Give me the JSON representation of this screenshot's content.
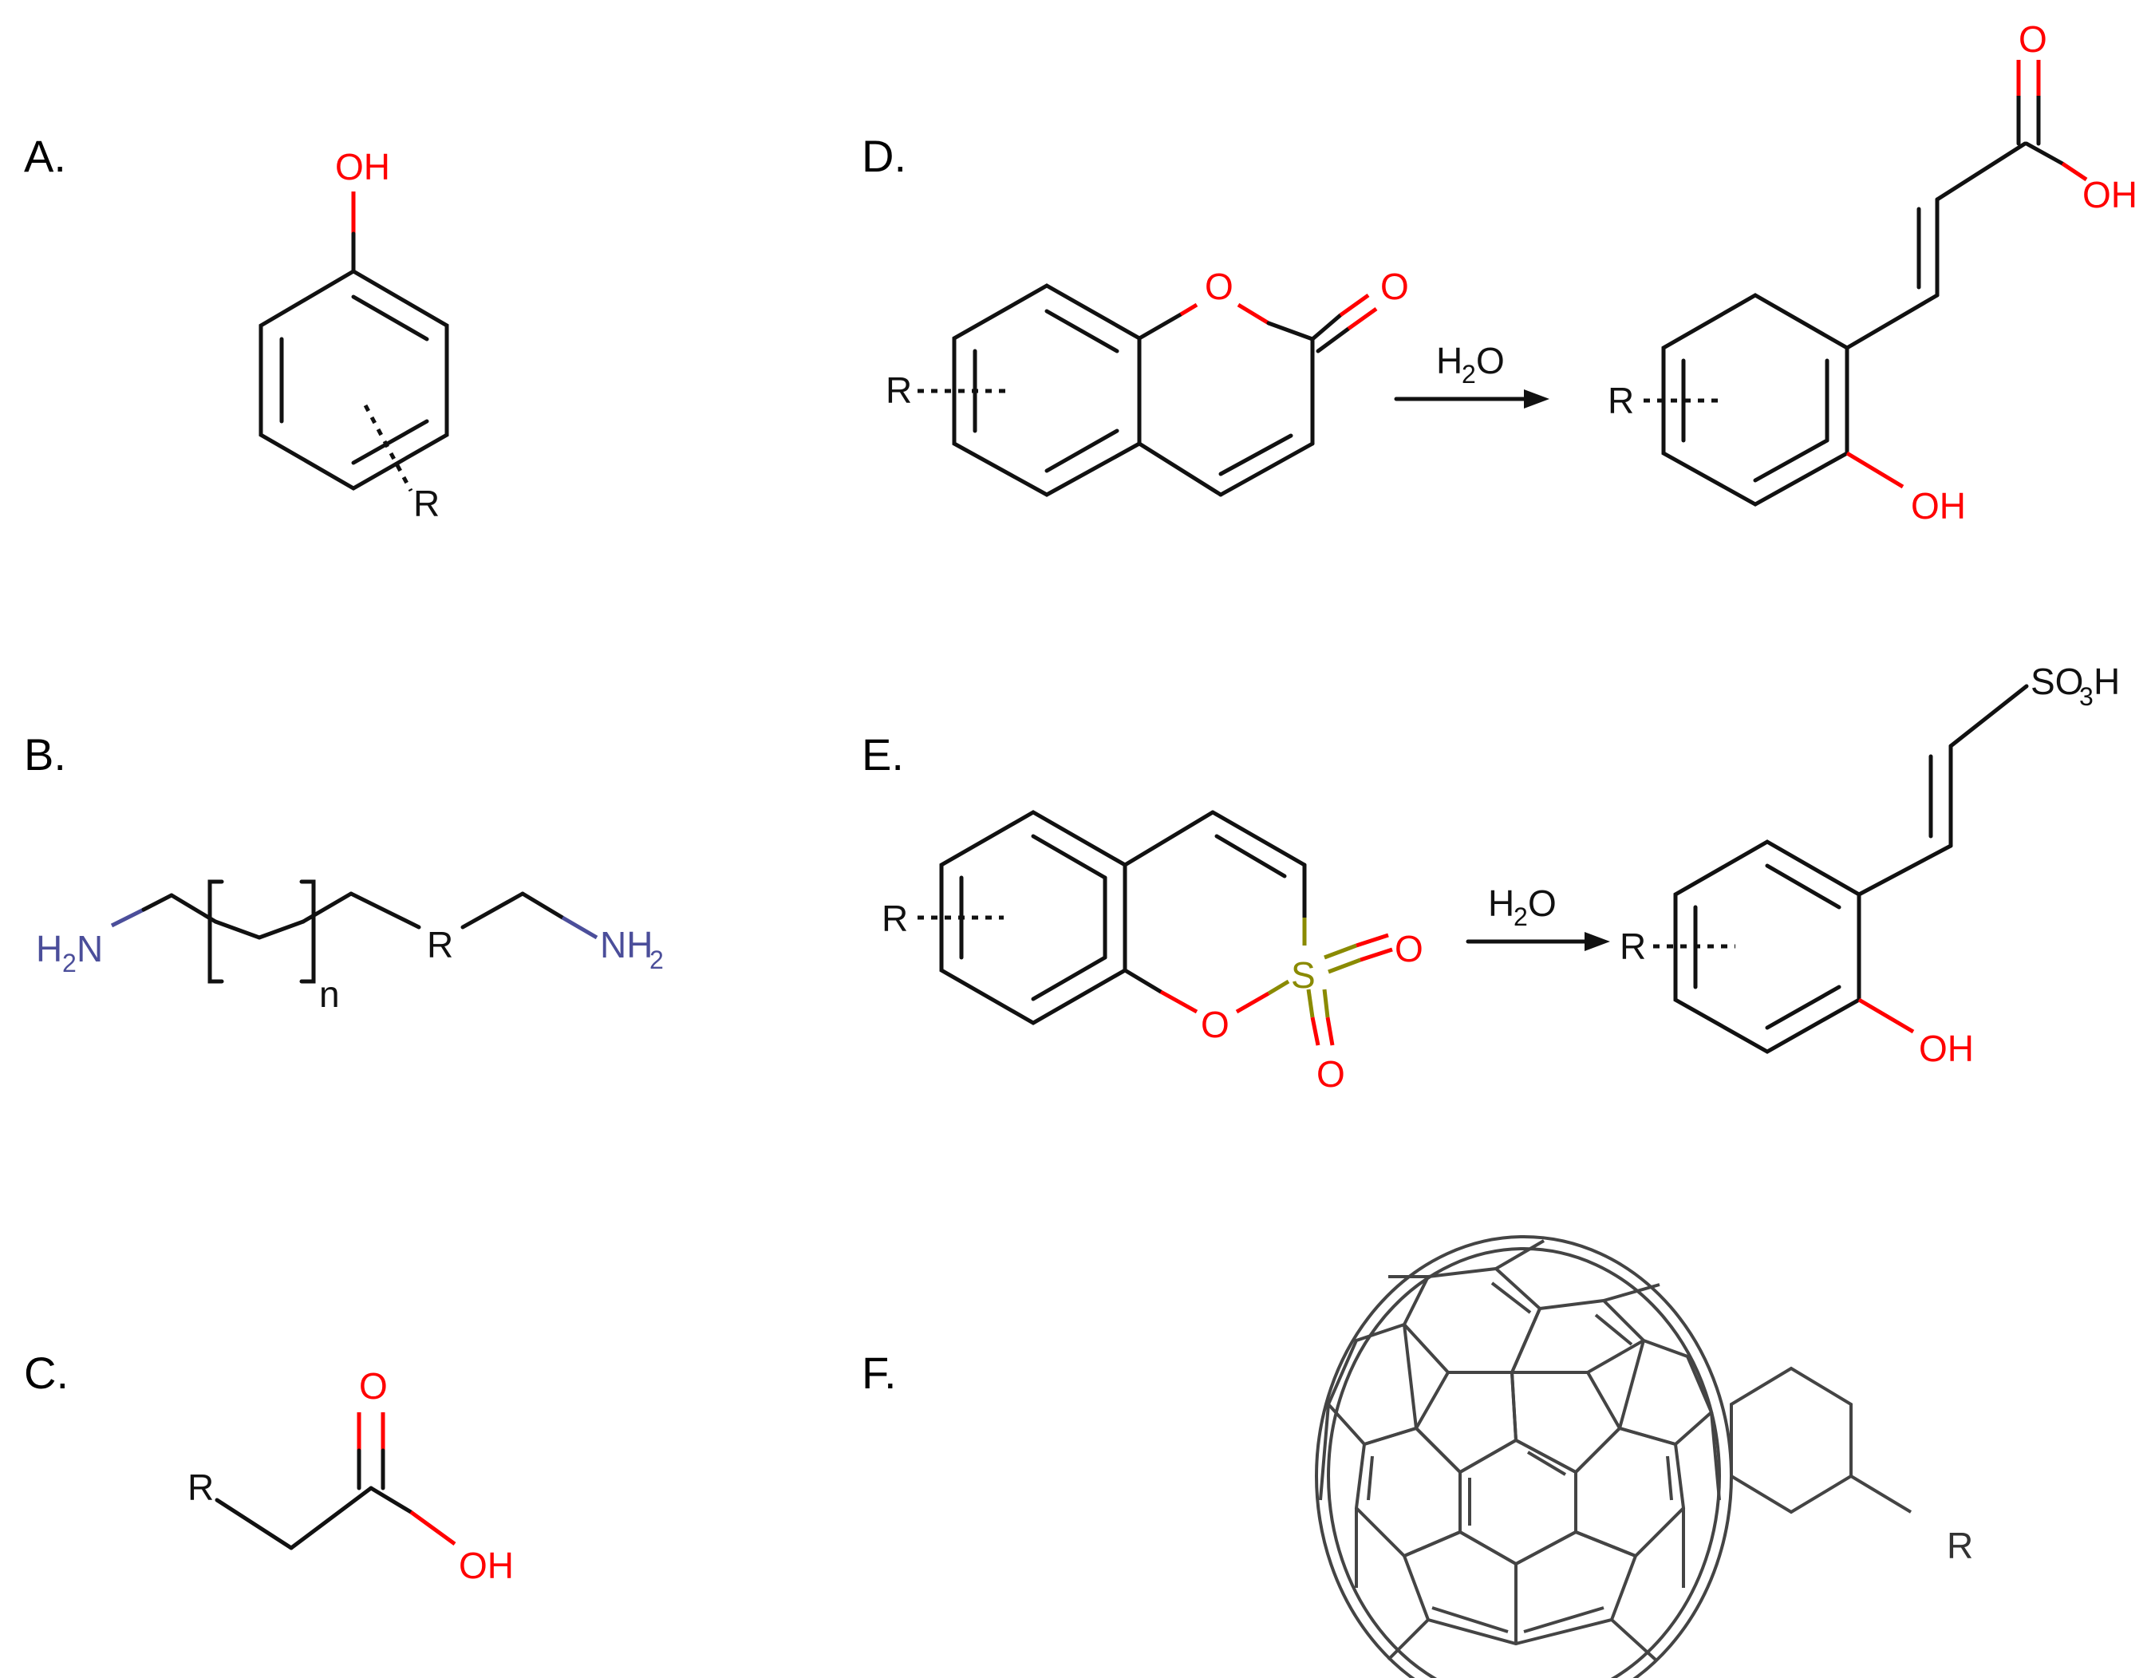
{
  "panels": {
    "A": {
      "label": "A.",
      "atoms": {
        "oh": "OH",
        "r": "R"
      }
    },
    "B": {
      "label": "B.",
      "atoms": {
        "h2n_h": "H",
        "h2n_2": "2",
        "h2n_n": "N",
        "r": "R",
        "nh2_nh": "NH",
        "nh2_2": "2",
        "n": "n"
      }
    },
    "C": {
      "label": "C.",
      "atoms": {
        "r": "R",
        "o": "O",
        "oh": "OH"
      }
    },
    "D": {
      "label": "D.",
      "atoms": {
        "r_left": "R",
        "o_ring": "O",
        "o_carbonyl": "O",
        "r_right": "R",
        "oh_bottom": "OH",
        "o_top": "O",
        "oh_top": "OH"
      },
      "reagent": {
        "h": "H",
        "sub": "2",
        "o": "O"
      }
    },
    "E": {
      "label": "E.",
      "atoms": {
        "r_left": "R",
        "o_ring": "O",
        "s": "S",
        "o_right": "O",
        "o_bottom": "O",
        "r_right": "R",
        "oh_bottom": "OH",
        "so3h_so": "SO",
        "so3h_3": "3",
        "so3h_h": "H"
      },
      "reagent": {
        "h": "H",
        "sub": "2",
        "o": "O"
      }
    },
    "F": {
      "label": "F.",
      "atoms": {
        "r": "R"
      }
    }
  },
  "colors": {
    "oxygen": "#ff0000",
    "nitrogen": "#4b4e9a",
    "sulfur": "#8a8a00",
    "carbon": "#111111"
  }
}
